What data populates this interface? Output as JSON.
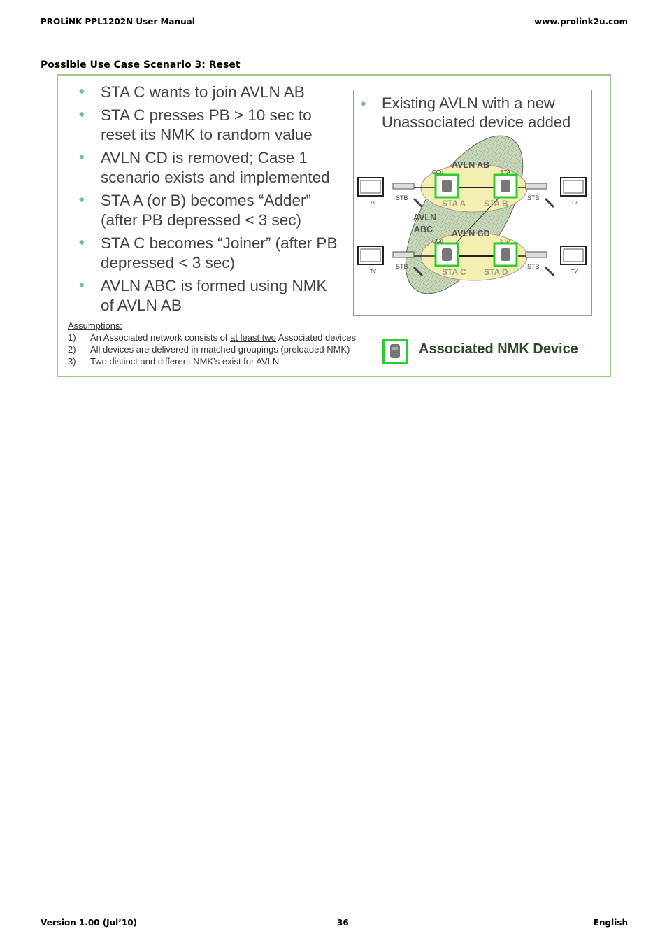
{
  "header": {
    "left": "PROLiNK PPL1202N User Manual",
    "right": "www.prolink2u.com"
  },
  "section_title": "Possible Use Case Scenario 3: Reset",
  "slide": {
    "bullets": [
      "STA C wants to join AVLN AB",
      "STA C presses PB > 10 sec to reset its NMK to random value",
      "AVLN CD is removed; Case 1 scenario exists and implemented",
      "STA A (or B) becomes “Adder” (after PB depressed < 3 sec)",
      "STA C becomes “Joiner” (after PB depressed < 3 sec)",
      "AVLN ABC is formed using NMK of AVLN AB"
    ],
    "diagram": {
      "title": "Existing AVLN with a new Unassociated device added",
      "labels": {
        "avln_ab": "AVLN AB",
        "avln_cd": "AVLN CD",
        "avln_abc_1": "AVLN",
        "avln_abc_2": "ABC",
        "cco_top": "CCo",
        "sta_top": "STA",
        "cco_bottom": "CCo",
        "sta_bottom": "STA",
        "sta_a": "STA A",
        "sta_b": "STA B",
        "sta_c": "STA C",
        "sta_d": "STA D",
        "stb": "STB",
        "tv": "TV"
      }
    },
    "assumptions": {
      "heading": "Assumptions:",
      "items": [
        {
          "num": "1)",
          "pre": "An Associated network consists of ",
          "underline": "at least two",
          "post": " Associated devices"
        },
        {
          "num": "2)",
          "pre": "All devices are delivered in matched groupings (preloaded NMK)",
          "underline": "",
          "post": ""
        },
        {
          "num": "3)",
          "pre": "Two distinct and different NMK’s exist for AVLN",
          "underline": "",
          "post": ""
        }
      ]
    },
    "legend_label": "Associated NMK Device"
  },
  "footer": {
    "left": "Version 1.00 (Jul’10)",
    "center": "36",
    "right": "English"
  }
}
